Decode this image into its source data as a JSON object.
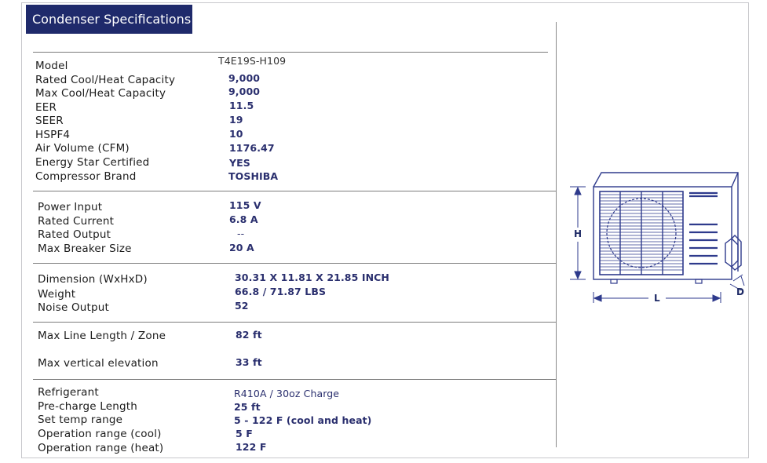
{
  "title": "Condenser Specifications",
  "specs": {
    "model": {
      "label": "Model",
      "value": "T4E19S-H109"
    },
    "rated_capacity": {
      "label": "Rated Cool/Heat Capacity",
      "value": "9,000"
    },
    "max_capacity": {
      "label": "Max Cool/Heat Capacity",
      "value": "9,000"
    },
    "eer": {
      "label": "EER",
      "value": "11.5"
    },
    "seer": {
      "label": "SEER",
      "value": "19"
    },
    "hspf4": {
      "label": "HSPF4",
      "value": "10"
    },
    "air_volume": {
      "label": "Air Volume (CFM)",
      "value": "1176.47"
    },
    "energy_star": {
      "label": "Energy Star Certified",
      "value": "YES"
    },
    "compressor": {
      "label": "Compressor Brand",
      "value": "TOSHIBA"
    },
    "power_input": {
      "label": "Power Input",
      "value": "115 V"
    },
    "rated_current": {
      "label": "Rated Current",
      "value": "6.8 A"
    },
    "rated_output": {
      "label": "Rated Output",
      "value": "--"
    },
    "max_breaker": {
      "label": "Max Breaker Size",
      "value": "20 A"
    },
    "dimension": {
      "label": "Dimension (WxHxD)",
      "value": "30.31 X 11.81 X 21.85 INCH"
    },
    "weight": {
      "label": "Weight",
      "value": "66.8 / 71.87 LBS"
    },
    "noise": {
      "label": "Noise Output",
      "value": "52"
    },
    "max_line_length": {
      "label": "Max Line Length / Zone",
      "value": "82 ft"
    },
    "max_vertical": {
      "label": "Max vertical elevation",
      "value": "33 ft"
    },
    "refrigerant": {
      "label": "Refrigerant",
      "value": "R410A / 30oz Charge"
    },
    "precharge": {
      "label": "Pre-charge Length",
      "value": "25 ft"
    },
    "set_temp": {
      "label": "Set temp range",
      "value": "5 - 122 F (cool and heat)"
    },
    "op_cool": {
      "label": "Operation range (cool)",
      "value": "5  F"
    },
    "op_heat": {
      "label": "Operation range (heat)",
      "value": "122 F"
    }
  },
  "diagram": {
    "height_label": "H",
    "length_label": "L",
    "depth_label": "D"
  },
  "colors": {
    "title_bg": "#1f2a6b",
    "value_text": "#2a2f6e",
    "diagram_accent": "#2e3a8c"
  }
}
